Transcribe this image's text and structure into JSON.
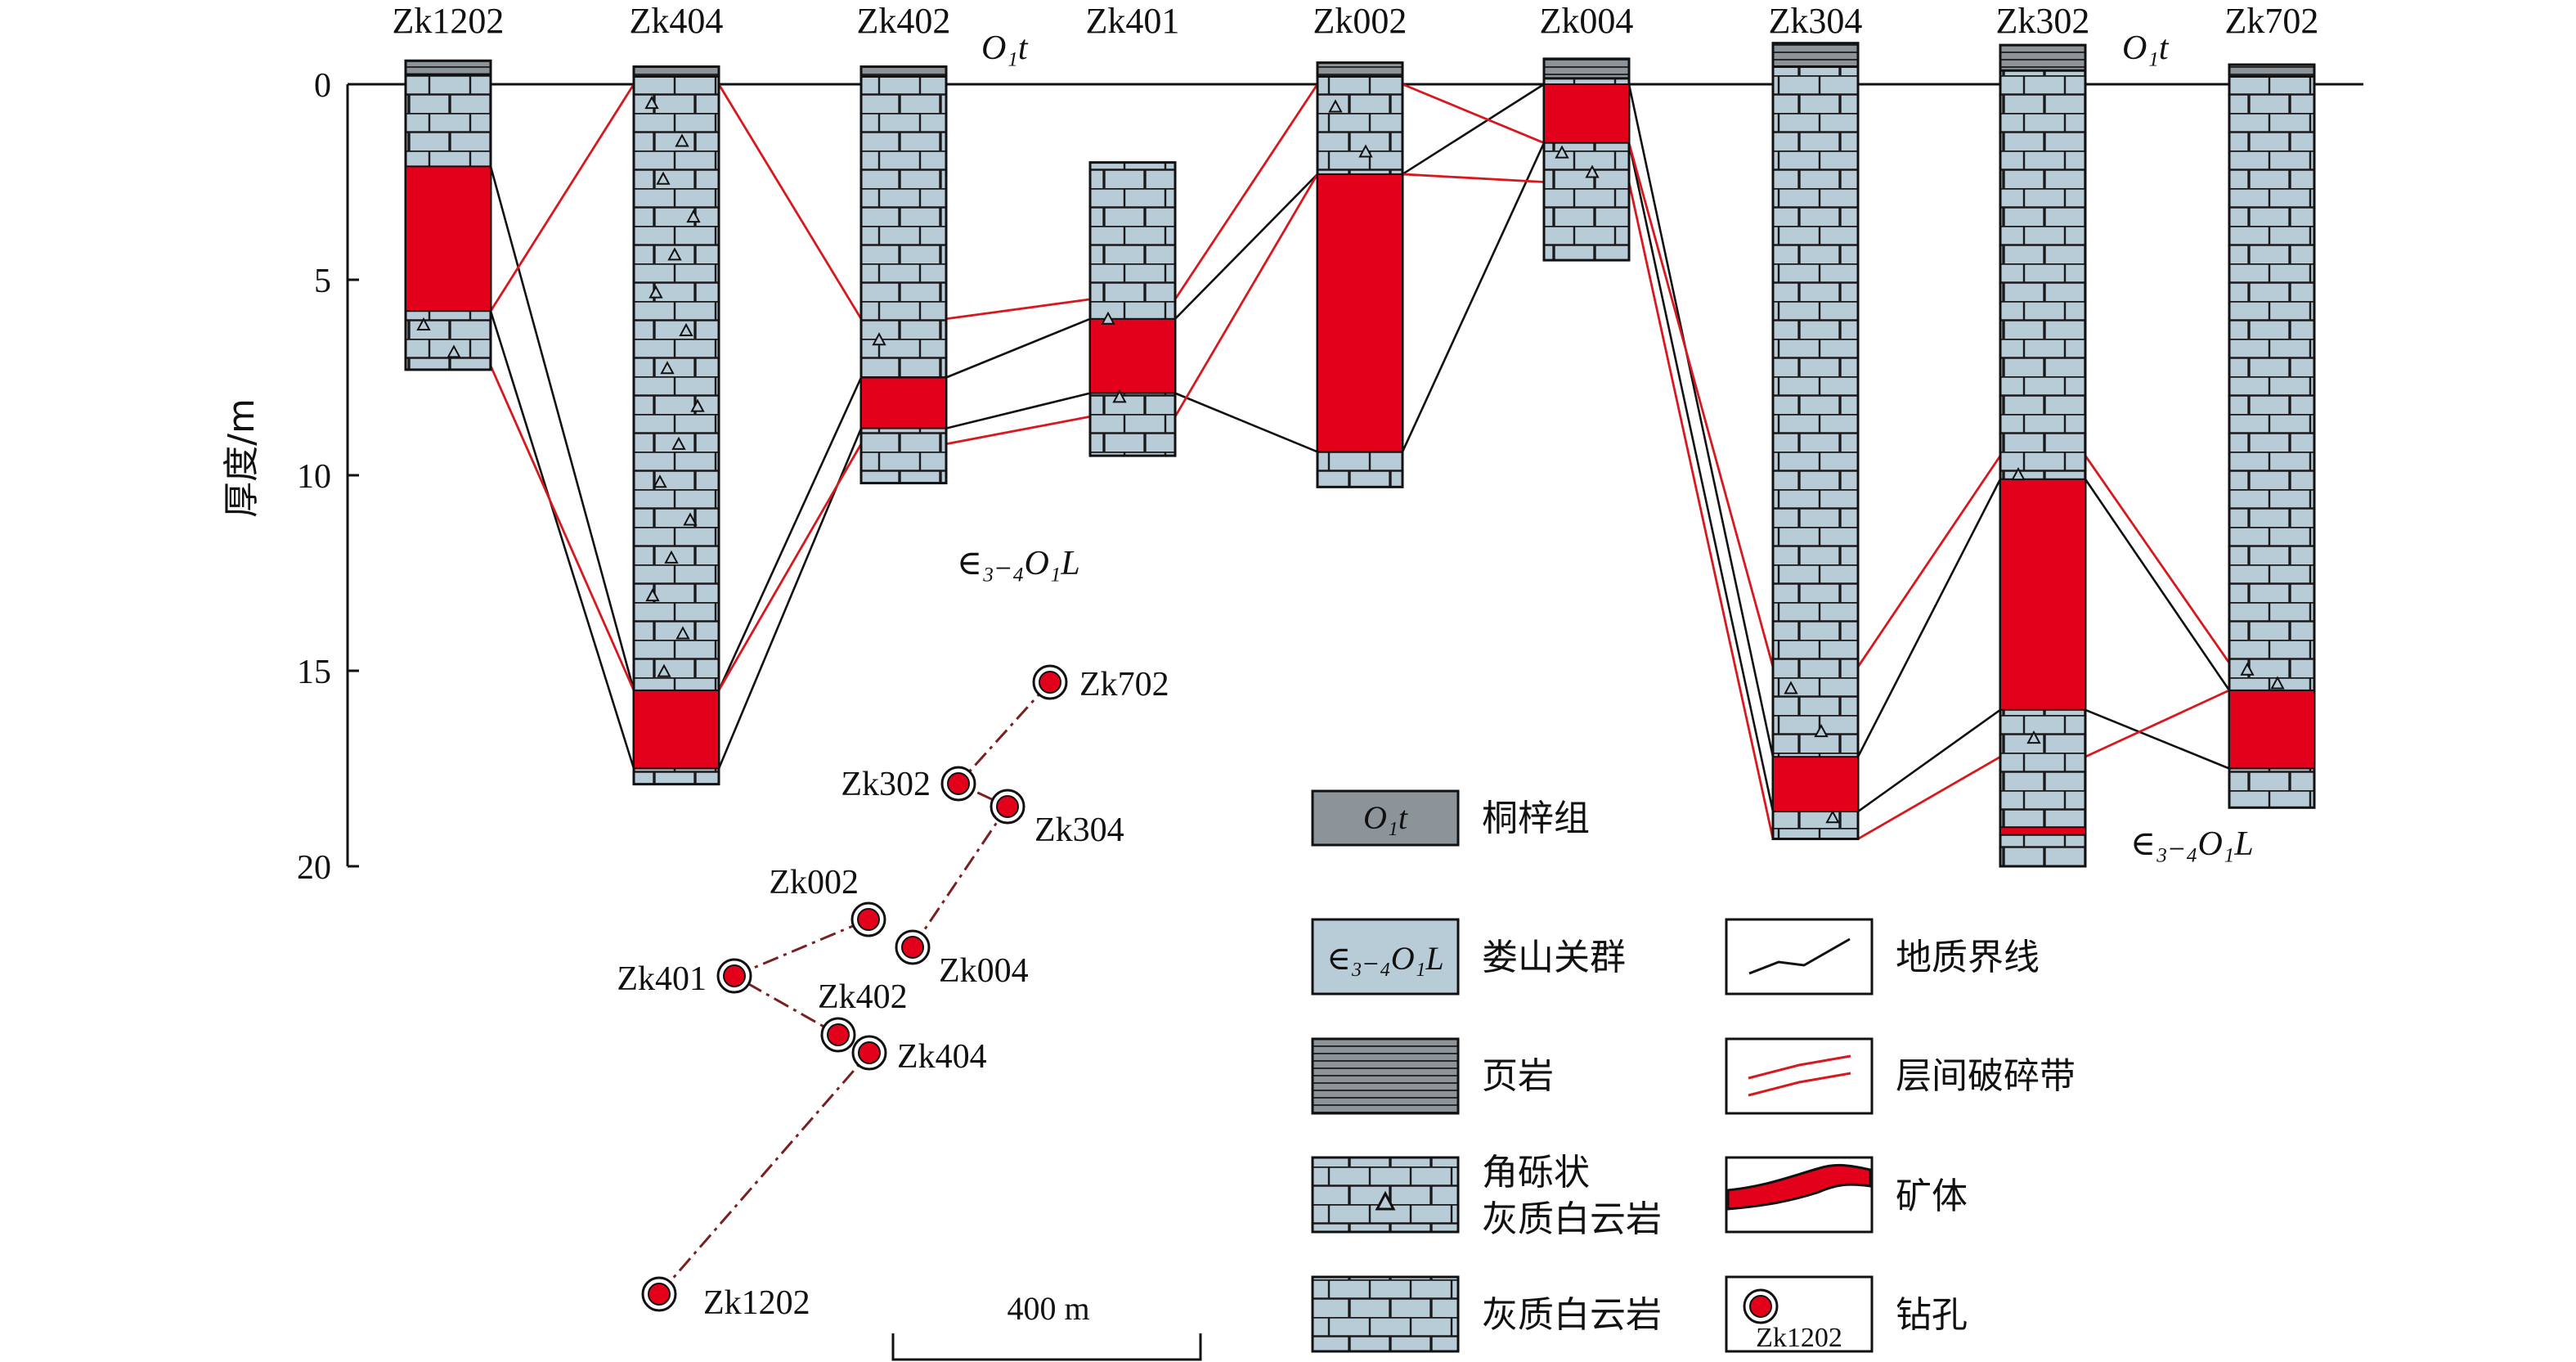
{
  "axis": {
    "ylabel": "厚度/m",
    "ticks": [
      "0",
      "5",
      "10",
      "15",
      "20"
    ]
  },
  "holes": [
    {
      "name": "Zk1202",
      "top": -0.6,
      "bottom": 7.3,
      "shale_bottom": -0.25,
      "ore": [
        [
          2.1,
          5.8
        ]
      ],
      "breccia": [
        5.8,
        7.2
      ]
    },
    {
      "name": "Zk404",
      "top": -0.45,
      "bottom": 17.9,
      "shale_bottom": -0.2,
      "ore": [
        [
          15.5,
          17.5
        ]
      ],
      "breccia": [
        0,
        15.5
      ]
    },
    {
      "name": "Zk402",
      "top": -0.45,
      "bottom": 10.2,
      "shale_bottom": -0.2,
      "ore": [
        [
          7.5,
          8.8
        ]
      ],
      "breccia": [
        6.0,
        9.2
      ]
    },
    {
      "name": "Zk401",
      "top": 2.0,
      "bottom": 9.5,
      "shale_bottom": null,
      "ore": [
        [
          6.0,
          7.9
        ]
      ],
      "breccia": [
        5.5,
        8.5
      ]
    },
    {
      "name": "Zk002",
      "top": -0.55,
      "bottom": 10.3,
      "shale_bottom": -0.2,
      "ore": [
        [
          2.3,
          9.4
        ]
      ],
      "breccia": [
        0,
        2.3
      ]
    },
    {
      "name": "Zk004",
      "top": -0.65,
      "bottom": 4.5,
      "shale_bottom": -0.15,
      "ore": [
        [
          0,
          1.5
        ]
      ],
      "breccia": [
        1.5,
        2.5
      ]
    },
    {
      "name": "Zk304",
      "top": -1.05,
      "bottom": 19.3,
      "shale_bottom": -0.45,
      "ore": [
        [
          17.2,
          18.6
        ]
      ],
      "breccia": [
        14.9,
        19.3
      ]
    },
    {
      "name": "Zk302",
      "top": -1.0,
      "bottom": 20.0,
      "shale_bottom": -0.35,
      "ore": [
        [
          10.1,
          16.0
        ],
        [
          19.0,
          19.2
        ]
      ],
      "breccia": [
        9.5,
        17.2
      ]
    },
    {
      "name": "Zk702",
      "top": -0.5,
      "bottom": 18.5,
      "shale_bottom": -0.2,
      "ore": [
        [
          15.5,
          17.5
        ]
      ],
      "breccia": [
        14.8,
        15.5
      ]
    }
  ],
  "formation_labels": {
    "o1t_top_a": "O₁t",
    "o1t_top_b": "O₁t",
    "lsg_mid": "∈₃₋₄O₁L",
    "lsg_right": "∈₃₋₄O₁L"
  },
  "map": {
    "scale_label": "400 m",
    "points": [
      {
        "name": "Zk702",
        "label": "Zk702"
      },
      {
        "name": "Zk302",
        "label": "Zk302"
      },
      {
        "name": "Zk304",
        "label": "Zk304"
      },
      {
        "name": "Zk002",
        "label": "Zk002"
      },
      {
        "name": "Zk004",
        "label": "Zk004"
      },
      {
        "name": "Zk401",
        "label": "Zk401"
      },
      {
        "name": "Zk402",
        "label": "Zk402"
      },
      {
        "name": "Zk404",
        "label": "Zk404"
      },
      {
        "name": "Zk1202",
        "label": "Zk1202"
      }
    ]
  },
  "legend": {
    "o1t_symbol": "O₁t",
    "o1t": "桐梓组",
    "lsg_symbol": "∈₃₋₄O₁L",
    "lsg": "娄山关群",
    "shale": "页岩",
    "breccia_line1": "角砾状",
    "breccia_line2": "灰质白云岩",
    "dolomite": "灰质白云岩",
    "boundary": "地质界线",
    "fracture": "层间破碎带",
    "ore": "矿体",
    "drill": "钻孔",
    "drill_sample": "Zk1202"
  },
  "colors": {
    "rock": "#b8ccd8",
    "shale": "#8c9499",
    "ore": "#e3001b",
    "fracture": "#d7191f",
    "boundary": "#111111",
    "map_line": "#7a2020"
  }
}
